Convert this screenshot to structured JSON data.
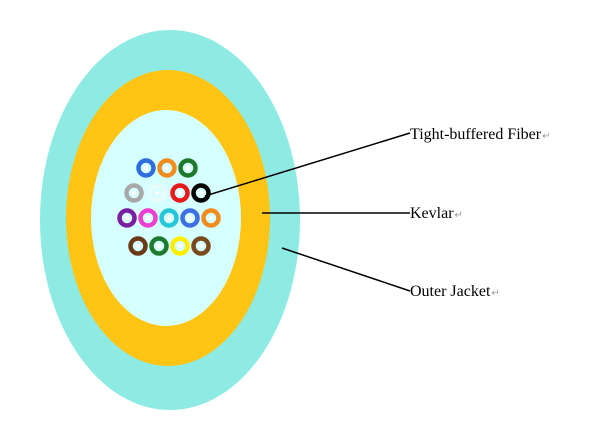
{
  "diagram": {
    "colors": {
      "outer_jacket": "#8eebe4",
      "kevlar": "#ffc414",
      "core": "#d6ffff",
      "leader_line": "#000000"
    },
    "labels": {
      "tight_buffered_fiber": "Tight-buffered Fiber",
      "kevlar": "Kevlar",
      "outer_jacket": "Outer Jacket"
    },
    "paragraph_mark": "↵",
    "fibers": [
      {
        "color": "#2f6de0"
      },
      {
        "color": "#f28c1e"
      },
      {
        "color": "#1f7a2e"
      },
      {
        "color": "#a8a8a8"
      },
      {
        "color": "#e8fbfb"
      },
      {
        "color": "#e81a1a"
      },
      {
        "color": "#000000"
      },
      {
        "color": "#7b1fa2"
      },
      {
        "color": "#ee3fd0"
      },
      {
        "color": "#26c6da"
      },
      {
        "color": "#3f6fe0"
      },
      {
        "color": "#f28c1e"
      },
      {
        "color": "#6b3a16"
      },
      {
        "color": "#1f7a2e"
      },
      {
        "color": "#ffee00"
      },
      {
        "color": "#7a4a1e"
      }
    ]
  }
}
